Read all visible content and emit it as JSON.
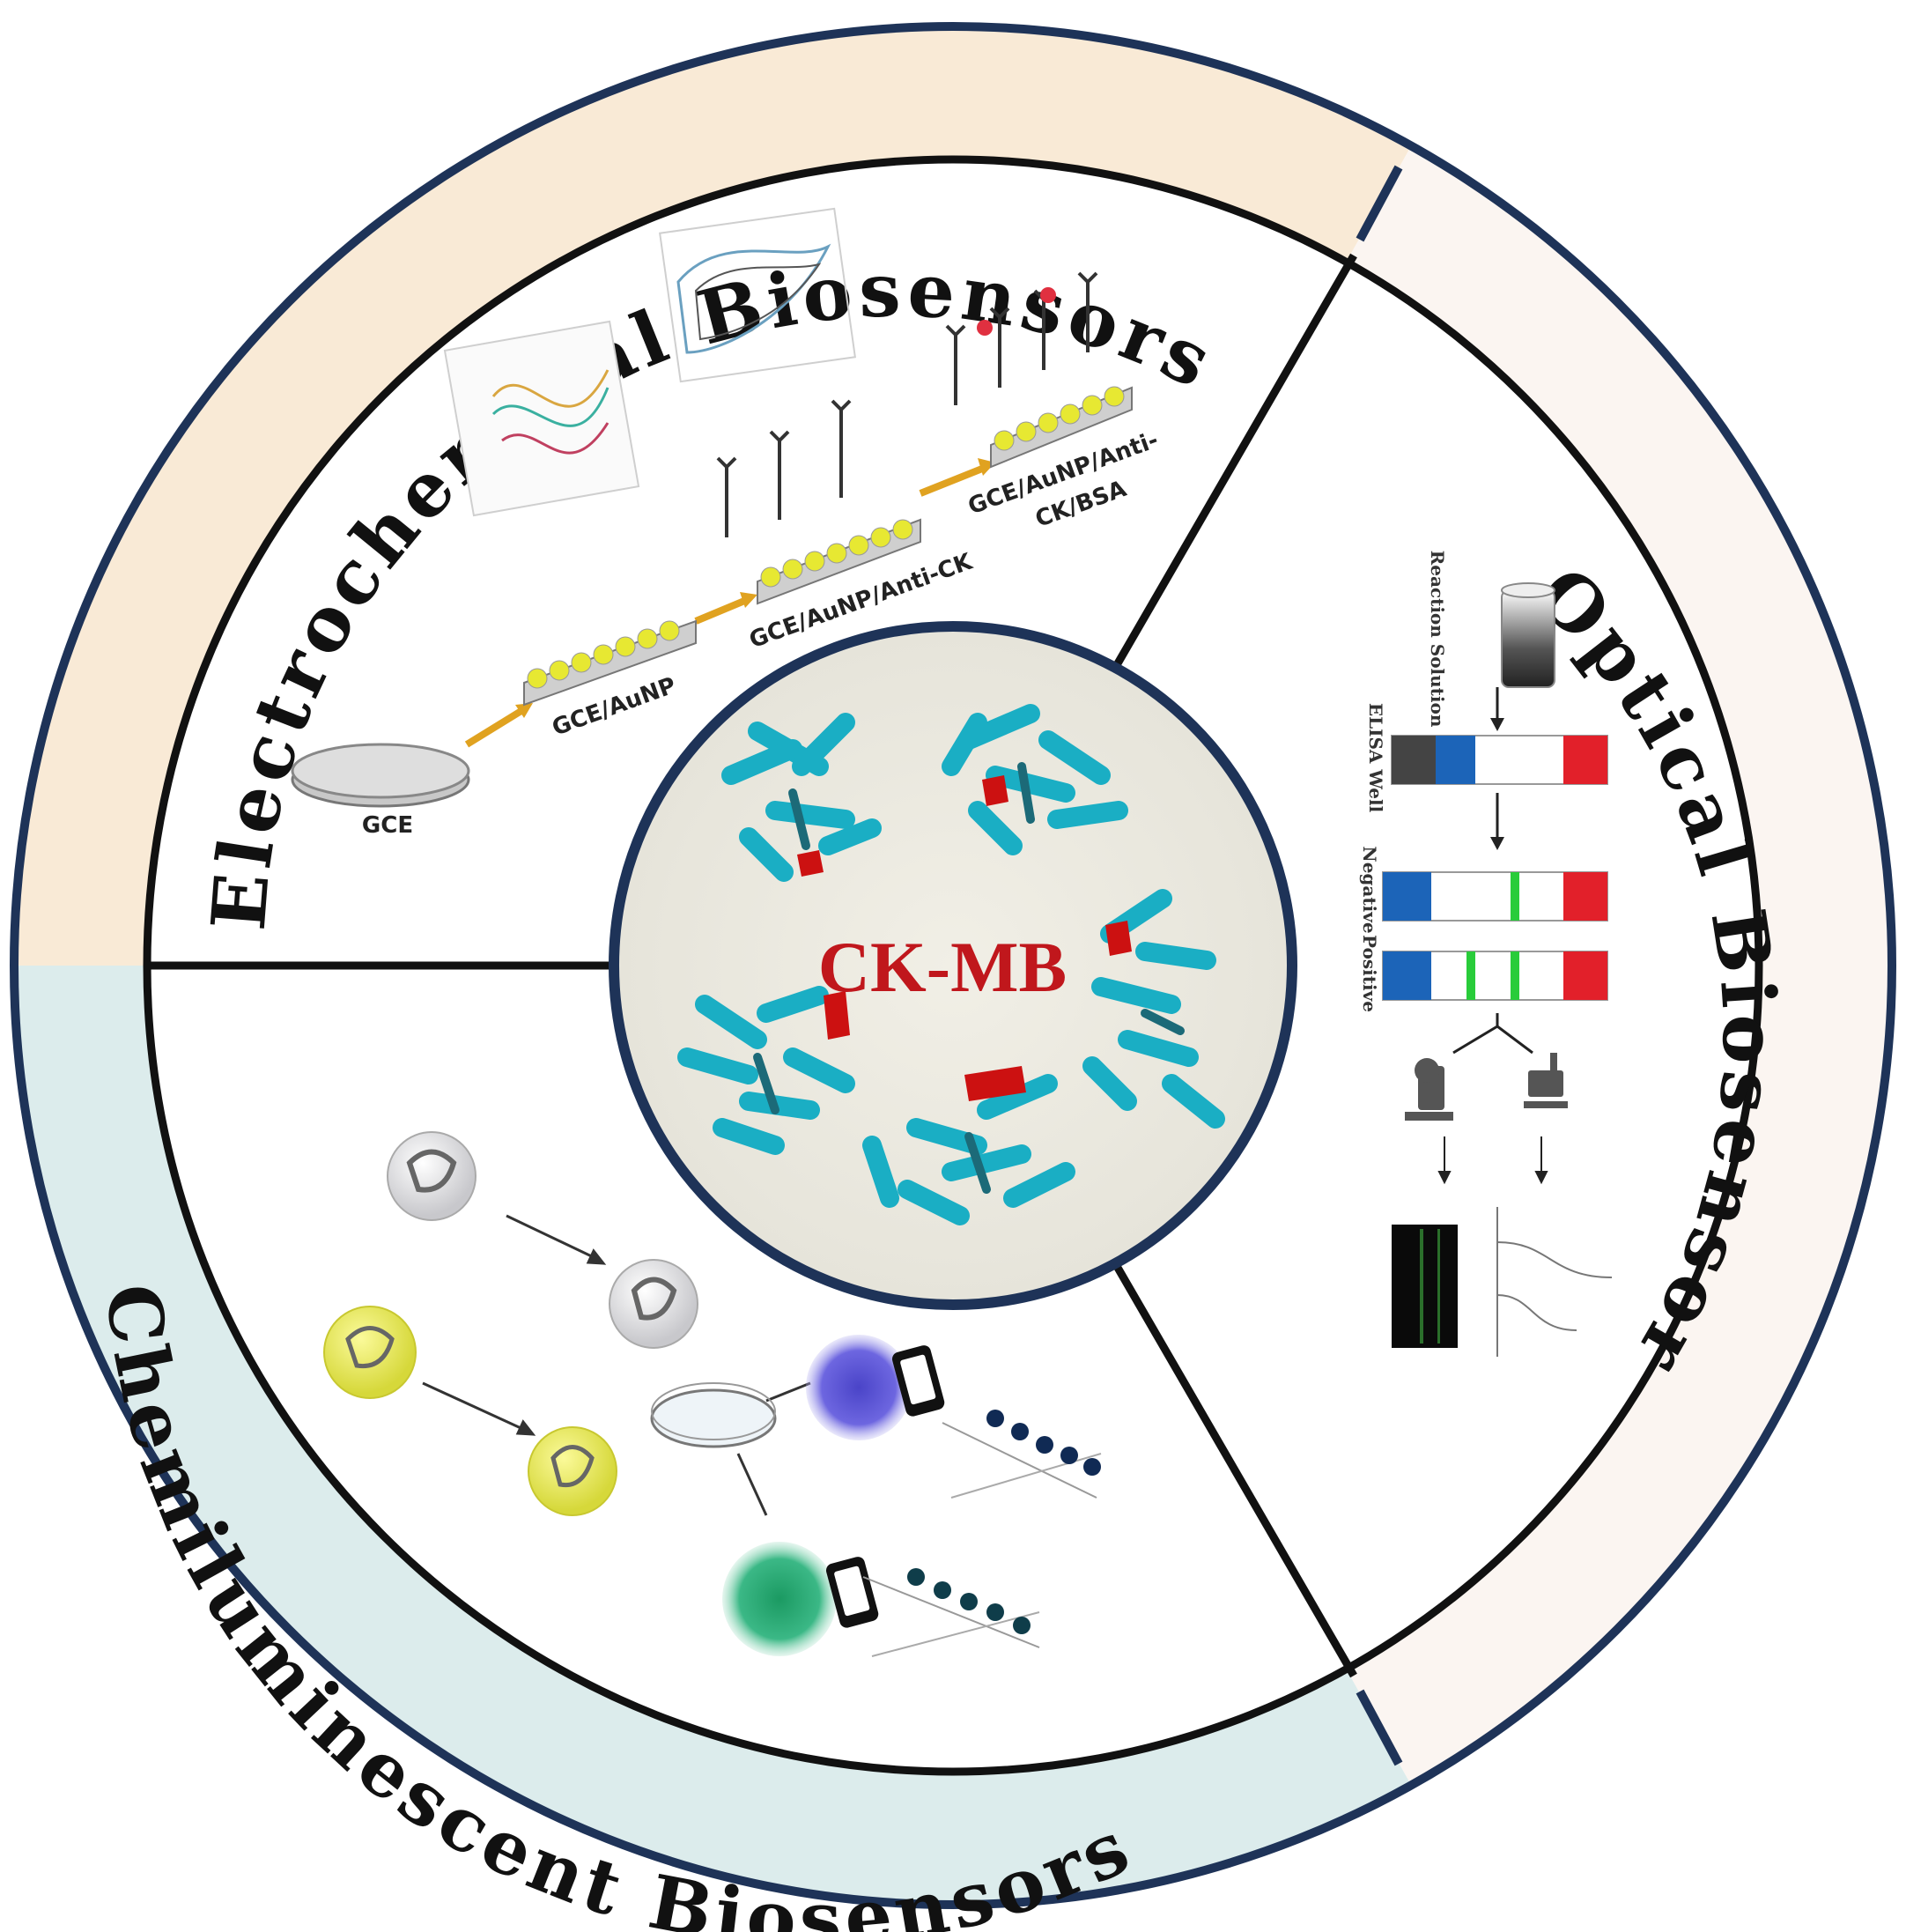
{
  "center": {
    "title": "CK-MB"
  },
  "sections": {
    "electrochemical": {
      "title": "Electrochemical  Biosensors",
      "color": "#f9ead6"
    },
    "optical": {
      "title": "Optical Biosensors",
      "color": "#fbf5f1"
    },
    "chemiluminescent": {
      "title": "Chemiluminescent Biosensors",
      "color": "#dcecec"
    }
  },
  "electrochemical_panel": {
    "steps": [
      "GCE",
      "GCE/AuNP",
      "GCE/AuNP/Anti-CK",
      "GCE/AuNP/Anti-",
      "CK/BSA"
    ]
  },
  "optical_panel": {
    "reaction_label": "Reaction Solution",
    "elisa_label": "ELISA Well",
    "negative_label": "Negative",
    "positive_label": "Positive"
  },
  "colors": {
    "ring_border": "#1e3358",
    "divider": "#111111",
    "protein": "#1aaec4",
    "protein_dark": "#1c6a78",
    "active_site": "#cc1111",
    "title_red": "#c0171c",
    "gold": "#e7e832",
    "arrow": "#e0a220",
    "strip_blue": "#1c64b8",
    "strip_red": "#e2202a",
    "strip_green": "#29cc3a",
    "chemi_blue": "#6058d8",
    "chemi_green": "#2aa872"
  },
  "icons": [
    "protein-structure-icon",
    "electrode-icon",
    "antibody-icon",
    "test-strip-icon",
    "microscope-icon",
    "hydrogel-bead-icon",
    "smartphone-icon"
  ]
}
